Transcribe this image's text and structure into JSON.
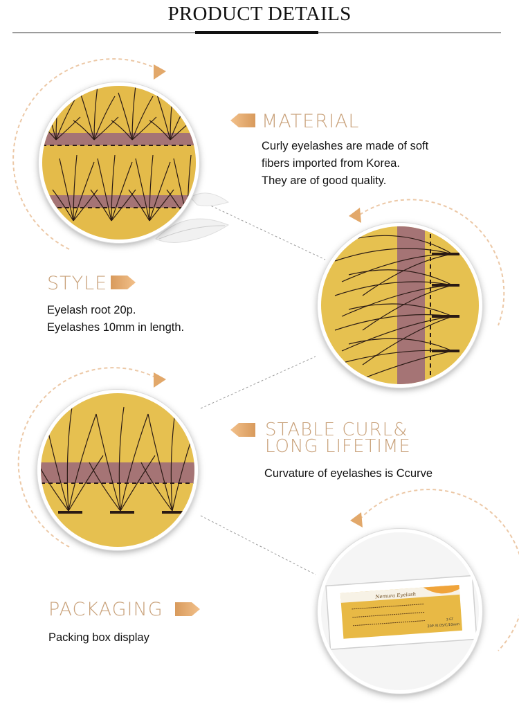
{
  "header": {
    "title": "PRODUCT DETAILS"
  },
  "sections": {
    "material": {
      "heading": "MATERIAL",
      "lines": [
        "Curly eyelashes are made of soft",
        "fibers imported from Korea.",
        "They are of good quality."
      ]
    },
    "style": {
      "heading": "STYLE",
      "lines": [
        "Eyelash root 20p.",
        "Eyelashes 10mm in length."
      ]
    },
    "curl": {
      "heading_line1": "STABLE CURL&",
      "heading_line2": "LONG LIFETIME",
      "lines": [
        "Curvature of eyelashes is Ccurve"
      ]
    },
    "packaging": {
      "heading": "PACKAGING",
      "lines": [
        "Packing box display"
      ],
      "box_brand": "Nemura Eyelash",
      "box_spec": "20P /0.05/C/10mm",
      "box_count": "3 GT"
    }
  },
  "colors": {
    "accent": "#c9a27b",
    "arrow_orange": "#e0a565",
    "tray_gold": "#e6bf4e",
    "lash_dark": "#2a1a14",
    "strip_pink": "#a57475"
  },
  "icons": {
    "pointer_arrow": "pentagon-arrow",
    "curved_arrow": "dashed-circular-arrow"
  }
}
